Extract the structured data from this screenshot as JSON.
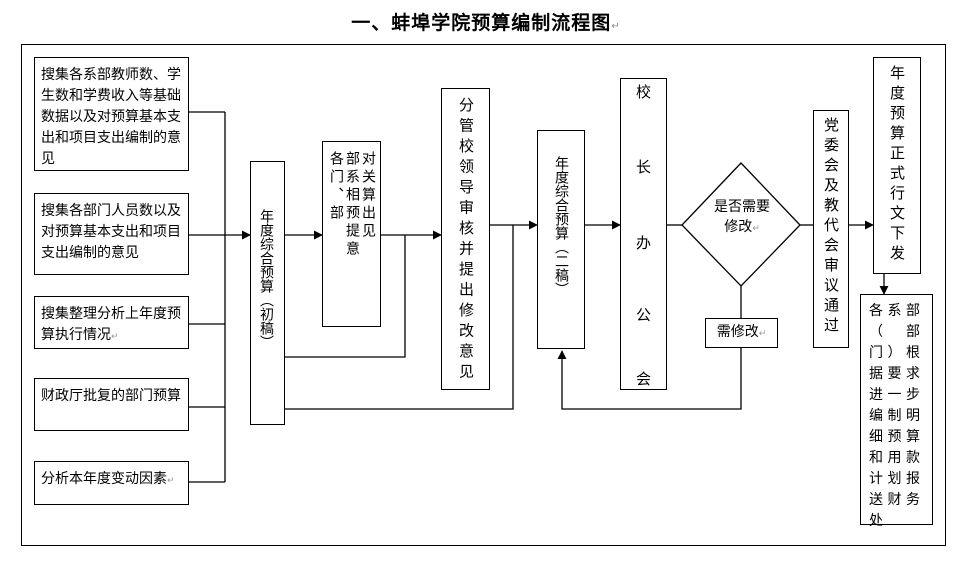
{
  "title": "一、蚌埠学院预算编制流程图",
  "inputs": [
    {
      "text": "搜集各系部教师数、学生数和学费收入等基础数据以及对预算基本支出和项目支出编制的意见"
    },
    {
      "text": "搜集各部门人员数以及对预算基本支出和项目支出编制的意见"
    },
    {
      "text": "搜集整理分析上年度预算执行情况"
    },
    {
      "text": "财政厅批复的部门预算"
    },
    {
      "text": "分析本年度变动因素"
    }
  ],
  "draft1": "年度综合预算（初稿）",
  "dept_opinion_col1": "各门、部",
  "dept_opinion_col2": "部系相预提意",
  "dept_opinion_col3": "对关算出见",
  "leader_review": "分管校领导审核并提出修改意见",
  "draft2": "年度综合预算（二稿）",
  "president_office_1": "校",
  "president_office_2": "长",
  "president_office_3": "办",
  "president_office_4": "公",
  "president_office_5": "会",
  "decision": "是否需要修改",
  "need_modify": "需修改",
  "party_committee": "党委会及教代会审议通过",
  "final_issue": "年度预算正式行文下发",
  "final_report": "各系部（部门）根据要求进一步编制明细预算和用款计划报送财务处"
}
